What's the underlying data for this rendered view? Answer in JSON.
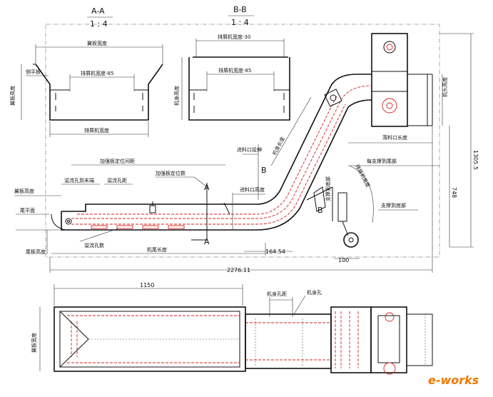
{
  "section_aa": {
    "title": "A-A",
    "scale": "1 : 4"
  },
  "section_bb": {
    "title": "B-B",
    "scale": "1 : 4"
  },
  "aa_labels": {
    "wing_width": "翼板宽度",
    "inner_width": "排屑机宽度-85",
    "side_plate": "侧平板",
    "wing_height": "翼板高度",
    "total_width": "排屑机宽度"
  },
  "bb_labels": {
    "width_minus30": "排屑机宽度-30",
    "width_minus85": "排屑机宽度-85",
    "body_height": "机身高度"
  },
  "side_labels": {
    "stiffener_spacing": "加强板定位间距",
    "overflow_edge": "溢流孔到末端",
    "overflow_spacing": "溢流孔距",
    "stiffener_count": "加强板定位数",
    "wing_height": "翼板高度",
    "tail_flat": "尾平面",
    "tail_height": "尾板高度",
    "overflow_count": "溢流孔数",
    "tail_length": "机尾长度",
    "inlet_ext": "进料口延伸",
    "inlet_height": "进料口高度",
    "body_length": "机身长度",
    "conveyor_angle": "排屑机角度",
    "support_to_bottom": "支撑到底部",
    "support_to_tail": "每支撑到尾部",
    "drop_length": "落料口长度",
    "support_to_body": "整支撑到机头",
    "head_height": "机头高度",
    "section_a": "A",
    "section_b": "B"
  },
  "dims": {
    "d16454": "164.54",
    "d100": "100",
    "d227611": "2276.11",
    "d7481": "748",
    "d13055": "1305.5",
    "d1150": "1150"
  },
  "plan_labels": {
    "body_hole_spacing": "机身孔距",
    "body_hole": "机身孔",
    "wing_width": "翼板宽度"
  },
  "watermark": "e-works",
  "colors": {
    "line": "#111111",
    "red": "#d4201e",
    "watermark": "#f07800"
  }
}
